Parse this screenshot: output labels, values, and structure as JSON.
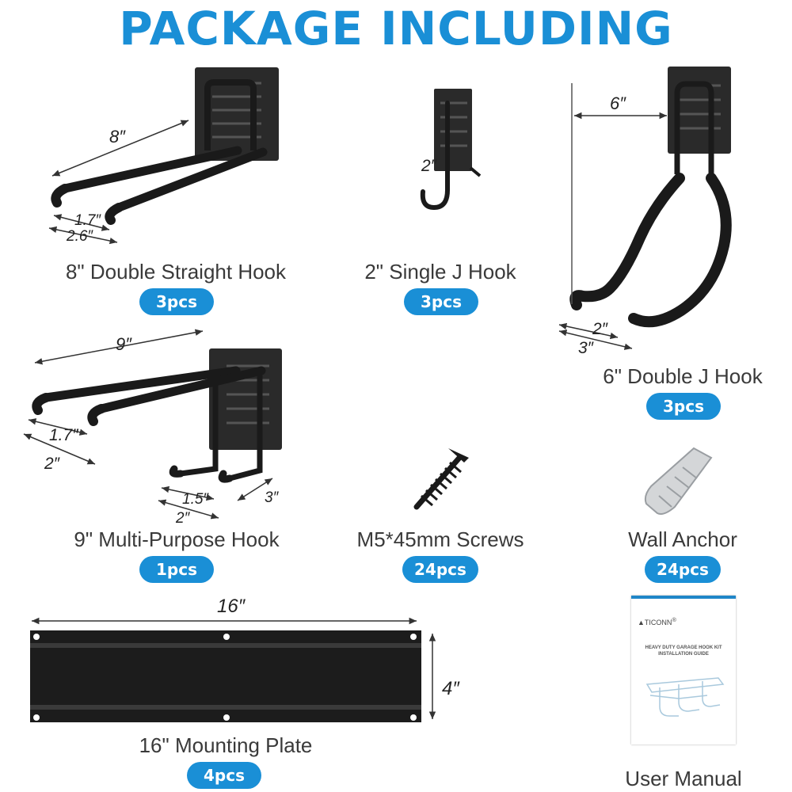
{
  "header": {
    "title": "PACKAGE INCLUDING"
  },
  "colors": {
    "accent": "#1a8fd6",
    "badge": "#1a8fd6",
    "product": "#1e1e1e",
    "dimension_line": "#333333"
  },
  "items": {
    "double_straight_hook": {
      "name": "8\" Double Straight Hook",
      "qty": "3pcs",
      "dims": [
        "8″",
        "1.7″",
        "2.6″"
      ]
    },
    "single_j_hook": {
      "name": "2\" Single J Hook",
      "qty": "3pcs",
      "dims": [
        "2″"
      ]
    },
    "double_j_hook": {
      "name": "6\" Double J Hook",
      "qty": "3pcs",
      "dims": [
        "6″",
        "2″",
        "3″"
      ]
    },
    "multi_purpose_hook": {
      "name": "9\" Multi-Purpose Hook",
      "qty": "1pcs",
      "dims": [
        "9″",
        "1.7″",
        "2″",
        "1.5″",
        "2″",
        "3″"
      ]
    },
    "screws": {
      "name": "M5*45mm Screws",
      "qty": "24pcs"
    },
    "wall_anchor": {
      "name": "Wall Anchor",
      "qty": "24pcs"
    },
    "mounting_plate": {
      "name": "16\" Mounting Plate",
      "qty": "4pcs",
      "dims": [
        "16″",
        "4″"
      ]
    },
    "user_manual": {
      "name": "User Manual",
      "brand": "TICONN",
      "booklet_title": "HEAVY DUTY GARAGE HOOK KIT INSTALLATION GUIDE"
    }
  }
}
